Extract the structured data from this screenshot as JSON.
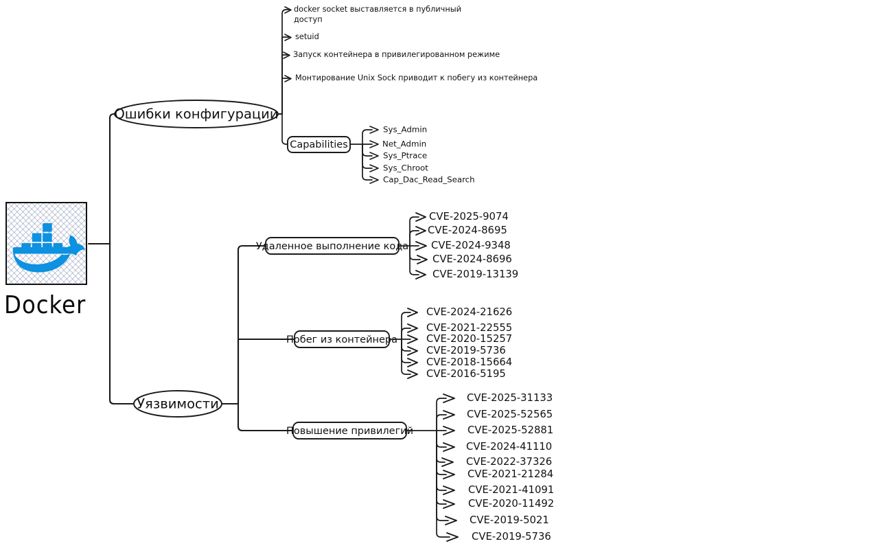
{
  "root": {
    "label": "Docker",
    "icon": "docker-whale-logo",
    "brand_color": "#0d91e1"
  },
  "branches": [
    {
      "id": "config-errors",
      "label": "Ошибки конфигурации",
      "shape": "ellipse",
      "items": [
        {
          "label": "docker socket выставляется в публичный доступ",
          "line1": "docker socket выставляется в публичный",
          "line2": "доступ"
        },
        {
          "label": "setuid"
        },
        {
          "label": "Запуск контейнера в привилегированном режиме"
        },
        {
          "label": "Монтирование Unix Sock приводит к побегу из контейнера"
        }
      ],
      "subgroups": [
        {
          "id": "capabilities",
          "label": "Capabilities",
          "shape": "rounded-box",
          "items": [
            "Sys_Admin",
            "Net_Admin",
            "Sys_Ptrace",
            "Sys_Chroot",
            "Cap_Dac_Read_Search"
          ]
        }
      ]
    },
    {
      "id": "vulnerabilities",
      "label": "Уязвимости",
      "shape": "ellipse",
      "subgroups": [
        {
          "id": "remote-code-execution",
          "label": "Удаленное выполнение кода",
          "shape": "rounded-box",
          "items": [
            "CVE-2025-9074",
            "CVE-2024-8695",
            "CVE-2024-9348",
            "CVE-2024-8696",
            "CVE-2019-13139"
          ]
        },
        {
          "id": "container-escape",
          "label": "Побег из контейнера",
          "shape": "rounded-box",
          "items": [
            "CVE-2024-21626",
            "CVE-2021-22555",
            "CVE-2020-15257",
            "CVE-2019-5736",
            "CVE-2018-15664",
            "CVE-2016-5195"
          ]
        },
        {
          "id": "privilege-escalation",
          "label": "Повышение привилегий",
          "shape": "rounded-box",
          "items": [
            "CVE-2025-31133",
            "CVE-2025-52565",
            "CVE-2025-52881",
            "CVE-2024-41110",
            "CVE-2022-37326",
            "CVE-2021-21284",
            "CVE-2021-41091",
            "CVE-2020-11492",
            "CVE-2019-5021",
            "CVE-2019-5736"
          ]
        }
      ]
    }
  ]
}
